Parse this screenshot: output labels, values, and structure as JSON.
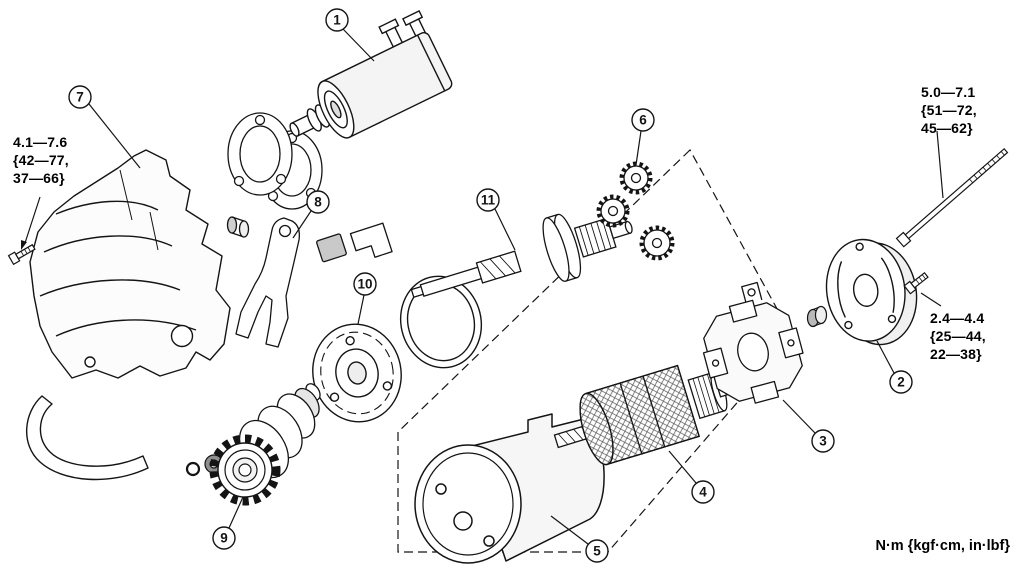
{
  "diagram": {
    "background": "#ffffff",
    "line_color": "#141414",
    "footer_note": "N·m {kgf·cm, in·lbf}",
    "torque_specs": {
      "housing_bolt": "4.1—7.6\n{42—77,\n37—66}",
      "through_bolt": "5.0—7.1\n{51—72,\n45—62}",
      "rear_screw": "2.4—4.4\n{25—44,\n22—38}"
    },
    "callouts": [
      {
        "n": "1"
      },
      {
        "n": "2"
      },
      {
        "n": "3"
      },
      {
        "n": "4"
      },
      {
        "n": "5"
      },
      {
        "n": "6"
      },
      {
        "n": "7"
      },
      {
        "n": "8"
      },
      {
        "n": "9"
      },
      {
        "n": "10"
      },
      {
        "n": "11"
      }
    ]
  }
}
